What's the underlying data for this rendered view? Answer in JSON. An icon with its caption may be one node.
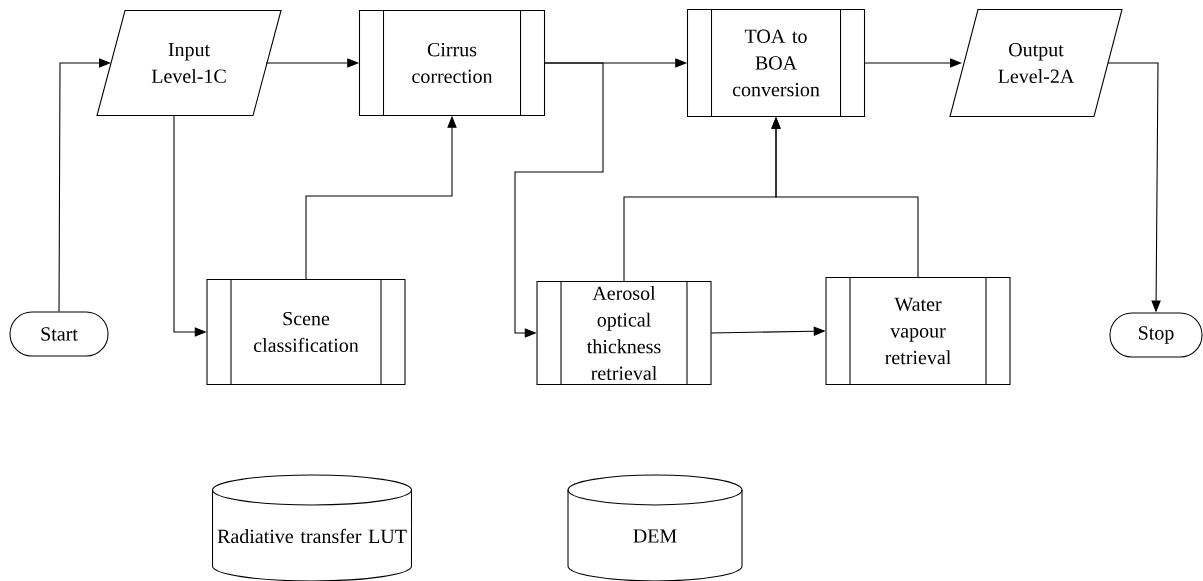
{
  "diagram": {
    "nodes": [
      {
        "text": [
          "Start"
        ]
      },
      {
        "text": [
          "Input Level-1C"
        ]
      },
      {
        "text": [
          "Cirrus correction"
        ]
      },
      {
        "text": [
          "TOA to BOA conversion"
        ]
      },
      {
        "text": [
          "Output Level-2A"
        ]
      },
      {
        "text": [
          "Scene classification"
        ]
      },
      {
        "text": [
          "Aerosol optical thickness retrieval"
        ]
      },
      {
        "text": [
          "Water vapour retrieval"
        ]
      },
      {
        "text": [
          "Stop"
        ]
      },
      {
        "text": [
          "Radiative transfer LUT"
        ]
      },
      {
        "text": [
          "DEM"
        ]
      }
    ],
    "edges": [
      {
        "from": 0,
        "to": 1,
        "arrow": "to"
      },
      {
        "from": 1,
        "to": 2,
        "arrow": "to"
      },
      {
        "from": 1,
        "to": 5,
        "arrow": "to"
      },
      {
        "from": 5,
        "to": 2,
        "arrow": "to"
      },
      {
        "from": 2,
        "to": 3,
        "arrow": "to"
      },
      {
        "from": 2,
        "to": 6,
        "arrow": "to"
      },
      {
        "from": 6,
        "to": 7,
        "arrow": "to"
      },
      {
        "from": 6,
        "to": 3,
        "arrow": "to"
      },
      {
        "from": 7,
        "to": 3,
        "arrow": "to"
      },
      {
        "from": 3,
        "to": 4,
        "arrow": "to"
      },
      {
        "from": 4,
        "to": 8,
        "arrow": "to"
      }
    ]
  }
}
